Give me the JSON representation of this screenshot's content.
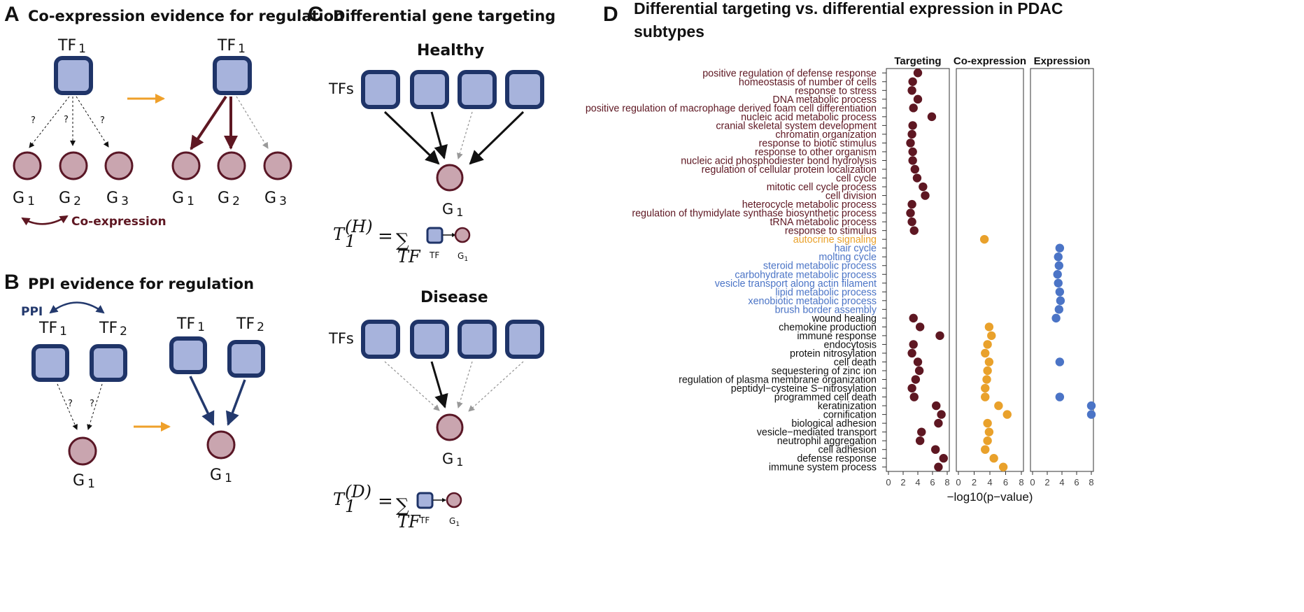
{
  "colors": {
    "tf_fill": "#a7b3dc",
    "tf_stroke": "#1f3468",
    "gene_fill": "#c9a5af",
    "gene_stroke": "#5a1726",
    "dark_red": "#5e1722",
    "orange_arrow": "#efa02a",
    "navy": "#23396d",
    "targeting": "#5e1722",
    "coexpression": "#e9a12b",
    "expression": "#4b74c6",
    "plain": "#111111"
  },
  "panelA": {
    "letter": "A",
    "title": "Co-expression evidence for regulation",
    "tf": "TF",
    "tf_sub": "1",
    "g1": "G",
    "g1_sub": "1",
    "g2": "G",
    "g2_sub": "2",
    "g3": "G",
    "g3_sub": "3",
    "question": "?",
    "coexpr_label": "Co-expression"
  },
  "panelB": {
    "letter": "B",
    "title": "PPI evidence for regulation",
    "ppi": "PPI",
    "tf1": "TF",
    "tf1_sub": "1",
    "tf2": "TF",
    "tf2_sub": "2",
    "g1": "G",
    "g1_sub": "1",
    "question": "?"
  },
  "panelC": {
    "letter": "C",
    "title": "Differential gene targeting",
    "healthy": "Healthy",
    "disease": "Disease",
    "tfs": "TFs",
    "g1": "G",
    "g1_sub": "1",
    "eq_T": "T",
    "eq_sub": "1",
    "eq_sup_h": "(H)",
    "eq_sup_d": "(D)",
    "eq_equals": "=",
    "eq_sum": "∑",
    "eq_under": "TF",
    "mini_tf": "TF",
    "mini_g": "G",
    "mini_g_sub": "1"
  },
  "panelD": {
    "letter": "D",
    "title_line1": "Differential targeting vs. differential expression in PDAC",
    "title_line2": "subtypes"
  },
  "chart_data": {
    "type": "scatter",
    "title": "Differential targeting vs. differential expression in PDAC subtypes",
    "xlabel": "−log10(p−value)",
    "facets": [
      "Targeting",
      "Co-expression",
      "Expression"
    ],
    "xlim": [
      0,
      8
    ],
    "xticks": [
      "0",
      "2",
      "4",
      "6",
      "8"
    ],
    "categories": [
      {
        "term": "positive regulation of defense response",
        "group": "targeting",
        "targeting": 4.0
      },
      {
        "term": "homeostasis of number of cells",
        "group": "targeting",
        "targeting": 3.3
      },
      {
        "term": "response to stress",
        "group": "targeting",
        "targeting": 3.2
      },
      {
        "term": "DNA metabolic process",
        "group": "targeting",
        "targeting": 4.0
      },
      {
        "term": "positive regulation of macrophage derived foam cell differentiation",
        "group": "targeting",
        "targeting": 3.4
      },
      {
        "term": "nucleic acid metabolic process",
        "group": "targeting",
        "targeting": 5.9
      },
      {
        "term": "cranial skeletal system development",
        "group": "targeting",
        "targeting": 3.3
      },
      {
        "term": "chromatin organization",
        "group": "targeting",
        "targeting": 3.2
      },
      {
        "term": "response to biotic stimulus",
        "group": "targeting",
        "targeting": 3.0
      },
      {
        "term": "response to other organism",
        "group": "targeting",
        "targeting": 3.3
      },
      {
        "term": "nucleic acid phosphodiester bond hydrolysis",
        "group": "targeting",
        "targeting": 3.3
      },
      {
        "term": "regulation of cellular protein localization",
        "group": "targeting",
        "targeting": 3.6
      },
      {
        "term": "cell cycle",
        "group": "targeting",
        "targeting": 3.9
      },
      {
        "term": "mitotic cell cycle process",
        "group": "targeting",
        "targeting": 4.7
      },
      {
        "term": "cell division",
        "group": "targeting",
        "targeting": 5.0
      },
      {
        "term": "heterocycle metabolic process",
        "group": "targeting",
        "targeting": 3.2
      },
      {
        "term": "regulation of thymidylate synthase biosynthetic process",
        "group": "targeting",
        "targeting": 3.0
      },
      {
        "term": "tRNA metabolic process",
        "group": "targeting",
        "targeting": 3.2
      },
      {
        "term": "response to stimulus",
        "group": "targeting",
        "targeting": 3.5
      },
      {
        "term": "autocrine signaling",
        "group": "coexpression",
        "coexpression": 3.3
      },
      {
        "term": "hair cycle",
        "group": "expression",
        "expression": 3.7
      },
      {
        "term": "molting cycle",
        "group": "expression",
        "expression": 3.5
      },
      {
        "term": "steroid metabolic process",
        "group": "expression",
        "expression": 3.6
      },
      {
        "term": "carbohydrate metabolic process",
        "group": "expression",
        "expression": 3.4
      },
      {
        "term": "vesicle transport along actin filament",
        "group": "expression",
        "expression": 3.5
      },
      {
        "term": "lipid metabolic process",
        "group": "expression",
        "expression": 3.7
      },
      {
        "term": "xenobiotic metabolic process",
        "group": "expression",
        "expression": 3.8
      },
      {
        "term": "brush border assembly",
        "group": "expression",
        "expression": 3.6
      },
      {
        "term": "wound healing",
        "group": "other",
        "targeting": 3.4,
        "expression": 3.2
      },
      {
        "term": "chemokine production",
        "group": "other",
        "targeting": 4.3,
        "coexpression": 3.9
      },
      {
        "term": "immune response",
        "group": "other",
        "targeting": 7.0,
        "coexpression": 4.2
      },
      {
        "term": "endocytosis",
        "group": "other",
        "targeting": 3.4,
        "coexpression": 3.7
      },
      {
        "term": "protein nitrosylation",
        "group": "other",
        "targeting": 3.2,
        "coexpression": 3.4
      },
      {
        "term": "cell death",
        "group": "other",
        "targeting": 4.0,
        "coexpression": 3.9,
        "expression": 3.7
      },
      {
        "term": "sequestering of zinc ion",
        "group": "other",
        "targeting": 4.2,
        "coexpression": 3.7
      },
      {
        "term": "regulation of plasma membrane organization",
        "group": "other",
        "targeting": 3.7,
        "coexpression": 3.6
      },
      {
        "term": "peptidyl−cysteine S−nitrosylation",
        "group": "other",
        "targeting": 3.2,
        "coexpression": 3.4
      },
      {
        "term": "programmed cell death",
        "group": "other",
        "targeting": 3.5,
        "coexpression": 3.4,
        "expression": 3.7
      },
      {
        "term": "keratinization",
        "group": "other",
        "targeting": 6.5,
        "coexpression": 5.1,
        "expression": 8.0
      },
      {
        "term": "cornification",
        "group": "other",
        "targeting": 7.2,
        "coexpression": 6.2,
        "expression": 8.0
      },
      {
        "term": "biological adhesion",
        "group": "other",
        "targeting": 6.8,
        "coexpression": 3.7
      },
      {
        "term": "vesicle−mediated transport",
        "group": "other",
        "targeting": 4.5,
        "coexpression": 3.9
      },
      {
        "term": "neutrophil aggregation",
        "group": "other",
        "targeting": 4.3,
        "coexpression": 3.7
      },
      {
        "term": "cell adhesion",
        "group": "other",
        "targeting": 6.4,
        "coexpression": 3.4
      },
      {
        "term": "defense response",
        "group": "other",
        "targeting": 7.5,
        "coexpression": 4.5
      },
      {
        "term": "immune system process",
        "group": "other",
        "targeting": 6.8,
        "coexpression": 5.7
      }
    ]
  }
}
